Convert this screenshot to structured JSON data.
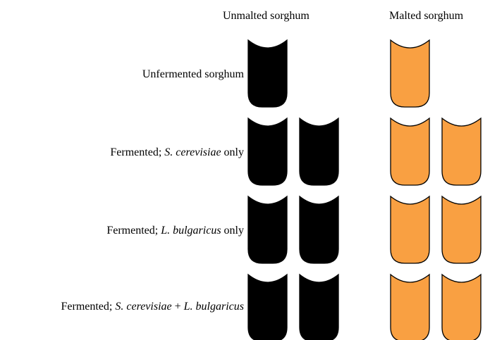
{
  "columns": {
    "unmalted": {
      "label": "Unmalted sorghum",
      "fill": "#000000"
    },
    "malted": {
      "label": "Malted sorghum",
      "fill": "#f9a042"
    }
  },
  "rows": [
    {
      "segments": [
        {
          "text": "Unfermented sorghum",
          "italic": false
        }
      ],
      "replicates": 1
    },
    {
      "segments": [
        {
          "text": "Fermented; ",
          "italic": false
        },
        {
          "text": "S. cerevisiae",
          "italic": true
        },
        {
          "text": " only",
          "italic": false
        }
      ],
      "replicates": 2
    },
    {
      "segments": [
        {
          "text": "Fermented; ",
          "italic": false
        },
        {
          "text": "L. bulgaricus",
          "italic": true
        },
        {
          "text": " only",
          "italic": false
        }
      ],
      "replicates": 2
    },
    {
      "segments": [
        {
          "text": "Fermented; ",
          "italic": false
        },
        {
          "text": "S. cerevisiae",
          "italic": true
        },
        {
          "text": " + ",
          "italic": false
        },
        {
          "text": "L. bulgaricus",
          "italic": true
        }
      ],
      "replicates": 2
    }
  ]
}
